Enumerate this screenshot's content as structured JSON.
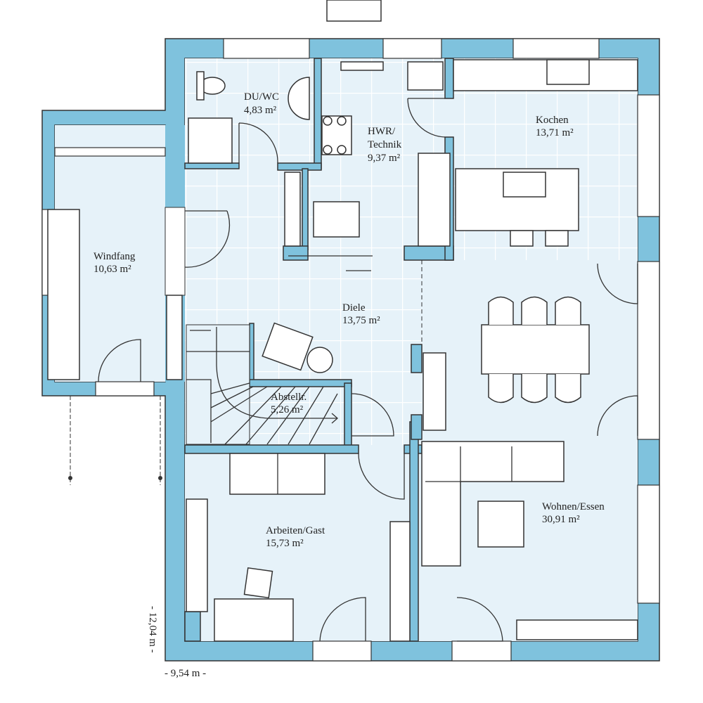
{
  "colors": {
    "wall": "#7fc2dd",
    "floor": "#e6f2f9",
    "tile_line": "#ffffff",
    "stroke": "#333333"
  },
  "rooms": [
    {
      "id": "du-wc",
      "name": "DU/WC",
      "area": "4,83 m²"
    },
    {
      "id": "hwr",
      "name": "HWR/",
      "name2": "Technik",
      "area": "9,37 m²"
    },
    {
      "id": "kochen",
      "name": "Kochen",
      "area": "13,71 m²"
    },
    {
      "id": "windfang",
      "name": "Windfang",
      "area": "10,63 m²"
    },
    {
      "id": "diele",
      "name": "Diele",
      "area": "13,75 m²"
    },
    {
      "id": "abstellr",
      "name": "Abstellr.",
      "area": "5,26 m²"
    },
    {
      "id": "arbeiten",
      "name": "Arbeiten/Gast",
      "area": "15,73 m²"
    },
    {
      "id": "wohnen",
      "name": "Wohnen/Essen",
      "area": "30,91 m²"
    }
  ],
  "dimensions": {
    "depth": "- 12,04 m -",
    "width": "- 9,54 m -"
  }
}
